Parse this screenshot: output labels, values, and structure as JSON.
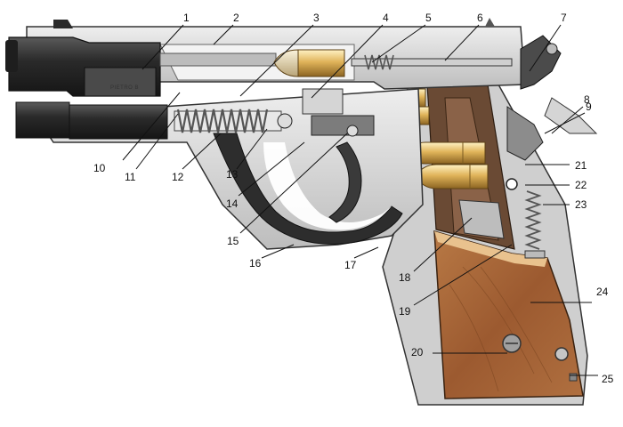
{
  "diagram": {
    "stamp_text": "PIETRO B",
    "colors": {
      "frame": "#d2d2d2",
      "frame_shadow": "#9a9a9a",
      "barrel_dark": "#2b2b2b",
      "grip_wood": "#a2643a",
      "grip_wood_light": "#e7c08c",
      "brass": "#d9ad55",
      "spring": "#555555",
      "leader": "#111111"
    },
    "labels": [
      {
        "id": "1",
        "text": "1"
      },
      {
        "id": "2",
        "text": "2"
      },
      {
        "id": "3",
        "text": "3"
      },
      {
        "id": "4",
        "text": "4"
      },
      {
        "id": "5",
        "text": "5"
      },
      {
        "id": "6",
        "text": "6"
      },
      {
        "id": "7",
        "text": "7"
      },
      {
        "id": "8",
        "text": "8"
      },
      {
        "id": "9",
        "text": "9"
      },
      {
        "id": "10",
        "text": "10"
      },
      {
        "id": "11",
        "text": "11"
      },
      {
        "id": "12",
        "text": "12"
      },
      {
        "id": "13",
        "text": "13"
      },
      {
        "id": "14",
        "text": "14"
      },
      {
        "id": "15",
        "text": "15"
      },
      {
        "id": "16",
        "text": "16"
      },
      {
        "id": "17",
        "text": "17"
      },
      {
        "id": "18",
        "text": "18"
      },
      {
        "id": "19",
        "text": "19"
      },
      {
        "id": "20",
        "text": "20"
      },
      {
        "id": "21",
        "text": "21"
      },
      {
        "id": "22",
        "text": "22"
      },
      {
        "id": "23",
        "text": "23"
      },
      {
        "id": "24",
        "text": "24"
      },
      {
        "id": "25",
        "text": "25"
      }
    ]
  }
}
